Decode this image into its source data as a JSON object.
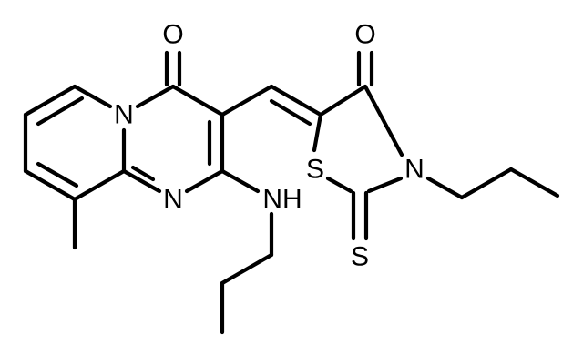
{
  "atoms": {
    "O_ketone_left": "O",
    "O_ketone_right": "O",
    "N_pyridine": "N",
    "N_pyrimidine": "N",
    "NH": "NH",
    "S_ring": "S",
    "N_thiazolidine": "N",
    "S_thione": "S"
  },
  "colors": {
    "ink": "#000000",
    "background": "#ffffff"
  }
}
